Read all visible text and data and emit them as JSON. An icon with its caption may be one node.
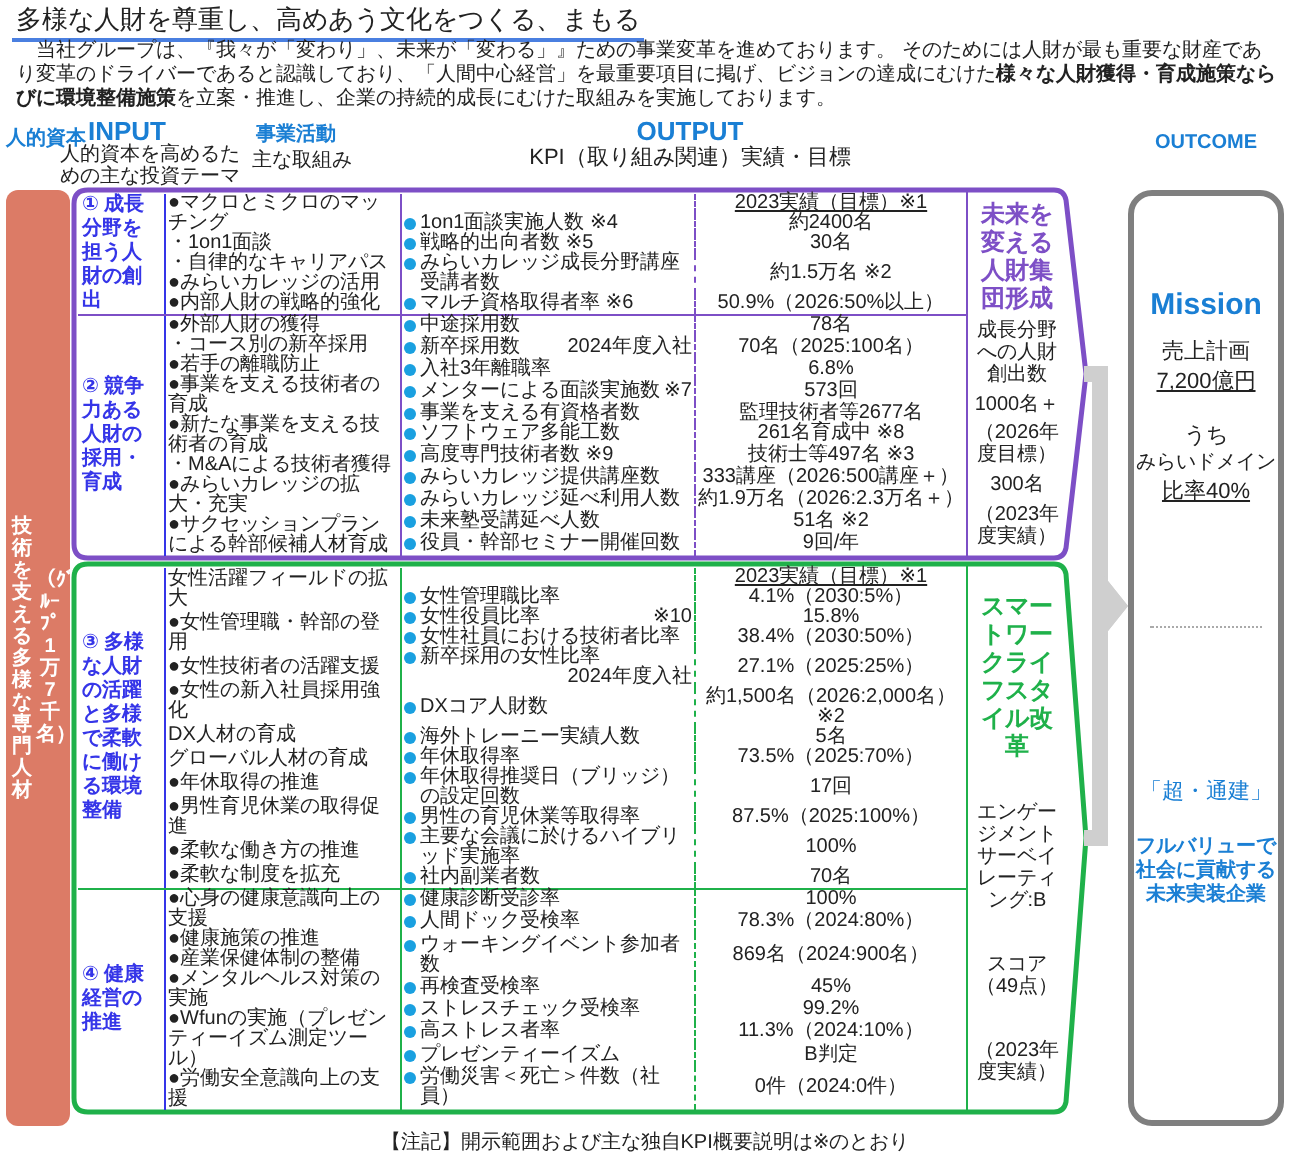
{
  "diagram": {
    "title": "多様な人財を尊重し、高めあう文化をつくる、まもる",
    "caption": "【注記】開示範囲および主な独自KPI概要説明は※のとおり",
    "nodes": [
      {
        "text": [
          "技術を支える多様な専門人材",
          "（ｸﾞﾙｰﾌﾟ1万7千名）"
        ]
      },
      {
        "text": [
          "① 成長分野を担う人財の創出"
        ]
      },
      {
        "text": [
          "② 競争力ある人財の採用・育成"
        ]
      },
      {
        "text": [
          "③ 多様な人財の活躍と多様で柔軟に働ける環境整備"
        ]
      },
      {
        "text": [
          "④ 健康経営の推進"
        ]
      },
      {
        "text": [
          "未来を変える人財集団形成",
          "成長分野への人財創出数",
          "1000名＋",
          "（2026年度目標）",
          "300名",
          "（2023年度実績）"
        ]
      },
      {
        "text": [
          "スマートワークライフスタイル改革",
          "エンゲージメントサーベイレーティング:B",
          "スコア（49点）",
          "（2023年度実績）"
        ]
      },
      {
        "text": [
          "Mission",
          "売上計画",
          "7,200億円",
          "うち",
          "みらいドメイン",
          "比率40%",
          "「超・通建」",
          "フルバリューで社会に貢献する未来実装企業"
        ]
      }
    ],
    "edges": [
      {
        "from": 5,
        "to": 7,
        "arrow": "to"
      },
      {
        "from": 6,
        "to": 7,
        "arrow": "to"
      }
    ],
    "labels": [
      "当社グループは、『我々が「変わり」、未来が「変わる」』ための事業変革を進めております。 そのためには人財が最も重要な財産であり変革のドライバーであると認識しており、「人間中心経営」を最重要項目に掲げ、ビジョンの達成にむけた**様々な人財獲得・育成施策ならびに環境整備施策**を立案・推進し、企業の持続的成長にむけた取組みを実施しております。",
      "人的資本",
      "INPUT",
      "人的資本を高めるための主な投資テーマ",
      "事業活動",
      "主な取組み",
      "OUTPUT",
      "KPI（取り組み関連）実績・目標",
      "OUTCOME",
      "●マクロとミクロのマッチング",
      "・1on1面談",
      "・自律的なキャリアパス",
      "●みらいカレッジの活用",
      "●内部人財の戦略的強化",
      "2023実績（目標）※1",
      "1on1面談実施人数 ※4",
      "約2400名",
      "戦略的出向者数 ※5",
      "30名",
      "みらいカレッジ成長分野講座受講者数",
      "約1.5万名 ※2",
      "マルチ資格取得者率 ※6",
      "50.9%（2026:50%以上）",
      "●外部人財の獲得",
      "・コース別の新卒採用",
      "●若手の離職防止",
      "●事業を支える技術者の育成",
      "●新たな事業を支える技術者の育成",
      "・M&Aによる技術者獲得",
      "●みらいカレッジの拡大・充実",
      "●サクセッションプランによる幹部候補人材育成",
      "中途採用数",
      "78名",
      "新卒採用数",
      "2024年度入社",
      "70名（2025:100名）",
      "入社3年離職率",
      "6.8%",
      "メンターによる面談実施数",
      "※7",
      "573回",
      "事業を支える有資格者数",
      "監理技術者等2677名",
      "ソフトウェア多能工数",
      "261名育成中 ※8",
      "高度専門技術者数 ※9",
      "技術士等497名 ※3",
      "みらいカレッジ提供講座数",
      "333講座（2026:500講座＋）",
      "みらいカレッジ延べ利用人数",
      "約1.9万名（2026:2.3万名＋）",
      "未来塾受講延べ人数",
      "51名 ※2",
      "役員・幹部セミナー開催回数",
      "9回/年",
      "女性活躍フィールドの拡大",
      "●女性管理職・幹部の登用",
      "●女性技術者の活躍支援",
      "●女性の新入社員採用強化",
      "DX人材の育成",
      "グローバル人材の育成",
      "●年休取得の推進",
      "●男性育児休業の取得促進",
      "●柔軟な働き方の推進",
      "●柔軟な制度を拡充",
      "2023実績（目標）※1",
      "女性管理職比率",
      "4.1%（2030:5%）",
      "女性役員比率",
      "※10",
      "15.8%",
      "女性社員における技術者比率",
      "38.4%（2030:50%）",
      "新卒採用の女性比率",
      "2024年度入社",
      "27.1%（2025:25%）",
      "DXコア人財数",
      "約1,500名（2026:2,000名）",
      "※2",
      "海外トレーニー実績人数",
      "5名",
      "年休取得率",
      "73.5%（2025:70%）",
      "年休取得推奨日（ブリッジ）の設定回数",
      "17回",
      "男性の育児休業等取得率",
      "87.5%（2025:100%）",
      "主要な会議に於けるハイブリッド実施率",
      "100%",
      "社内副業者数",
      "70名",
      "●心身の健康意識向上の支援",
      "●健康施策の推進",
      "●産業保健体制の整備",
      "●メンタルヘルス対策の実施",
      "●Wfunの実施（プレゼンティーイズム測定ツール）",
      "●労働安全意識向上の支援",
      "健康診断受診率",
      "100%",
      "人間ドック受検率",
      "78.3%（2024:80%）",
      "ウォーキングイベント参加者数",
      "869名（2024:900名）",
      "再検査受検率",
      "45%",
      "ストレスチェック受検率",
      "99.2%",
      "高ストレス者率",
      "11.3%（2024:10%）",
      "プレゼンティーイズム",
      "B判定",
      "労働災害＜死亡＞件数（社員）",
      "0件（2024:0件）"
    ]
  }
}
